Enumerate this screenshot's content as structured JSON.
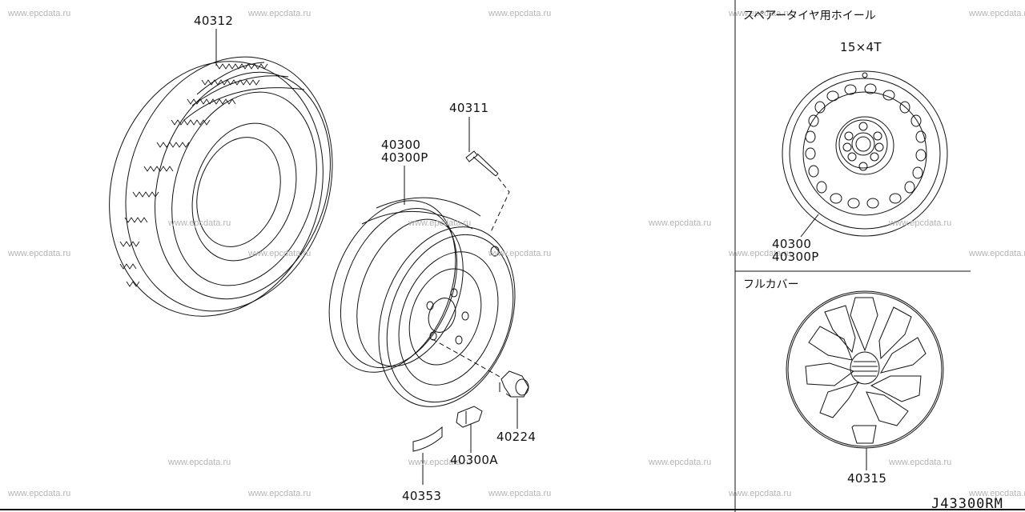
{
  "watermark": "www.epcdata.ru",
  "parts": {
    "tire": "40312",
    "valve": "40311",
    "wheel": "40300",
    "wheel_alt": "40300P",
    "nut": "40224",
    "weight": "40353",
    "weight_alt": "40300A",
    "cover": "40315"
  },
  "spare_panel": {
    "title": "スペアータイヤ用ホイール",
    "size": "15×4T",
    "part": "40300",
    "part_alt": "40300P"
  },
  "cover_panel": {
    "title": "フルカバー"
  },
  "diagram_code": "J43300RM",
  "line_color": "#111111"
}
